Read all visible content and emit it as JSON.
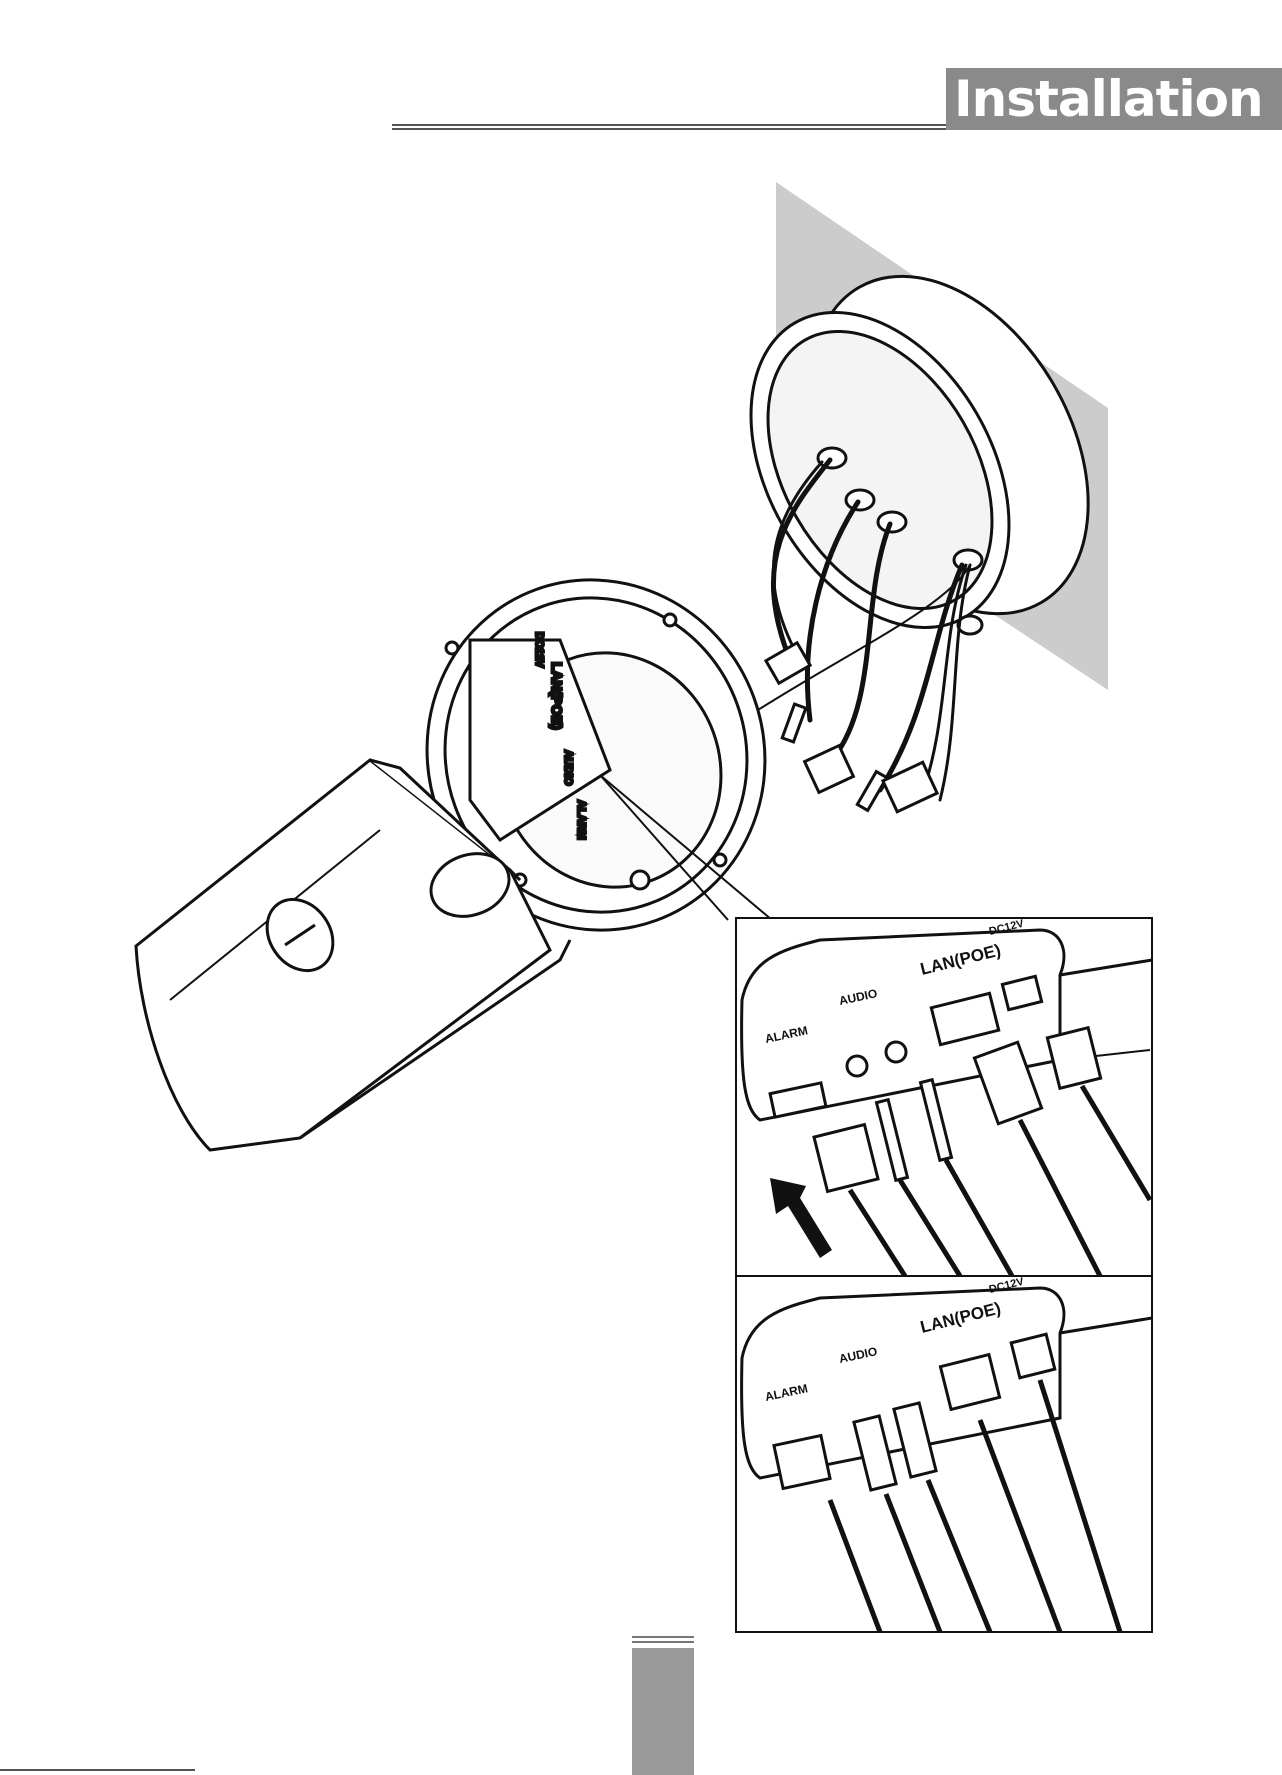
{
  "header": {
    "section_title": "Installation"
  },
  "figure": {
    "labels": {
      "alarm": "ALARM",
      "audio": "AUDIO",
      "lan": "LAN(POE)",
      "dc": "DC12V"
    },
    "small_labels_top": {
      "alarm": "ALARM",
      "audio": "AUDIO",
      "lan": "LAN(POE)",
      "dc": "DC12V"
    }
  }
}
